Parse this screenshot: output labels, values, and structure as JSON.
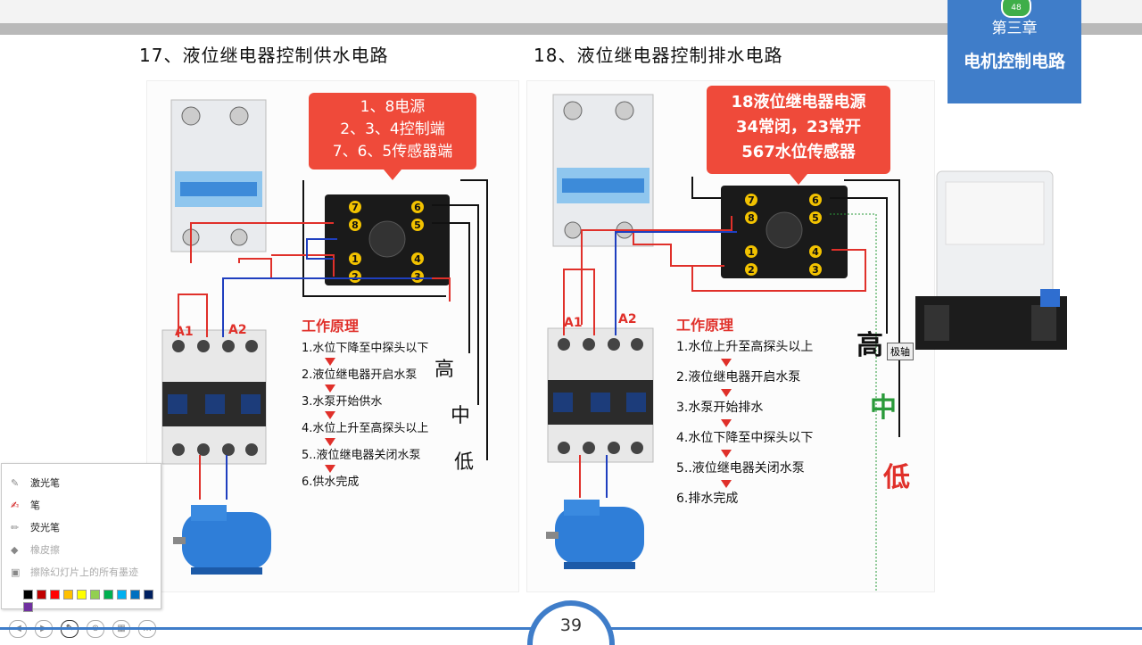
{
  "slide": {
    "title_left": "17、液位继电器控制供水电路",
    "title_right": "18、液位继电器控制排水电路",
    "chapter": "第三章",
    "chapter_subtitle": "电机控制电路",
    "chapter_badge": "48",
    "page_number": "39"
  },
  "left_diagram": {
    "callout_lines": [
      "1、8电源",
      "2、3、4控制端",
      "7、6、5传感器端"
    ],
    "steps_title": "工作原理",
    "steps": [
      "1.水位下降至中探头以下",
      "2.液位继电器开启水泵",
      "3.水泵开始供水",
      "4.水位上升至高探头以上",
      "5..液位继电器关闭水泵",
      "6.供水完成"
    ],
    "levels": [
      "高",
      "中",
      "低"
    ],
    "contactor_labels": [
      "A1",
      "A2"
    ],
    "relay_pins": [
      "7",
      "8",
      "1",
      "2",
      "6",
      "5",
      "4",
      "3"
    ]
  },
  "right_diagram": {
    "callout_lines": [
      "18液位继电器电源",
      "34常闭，23常开",
      "567水位传感器"
    ],
    "steps_title": "工作原理",
    "steps": [
      "1.水位上升至高探头以上",
      "2.液位继电器开启水泵",
      "3.水泵开始排水",
      "4.水位下降至中探头以下",
      "5..液位继电器关闭水泵",
      "6.排水完成"
    ],
    "levels": [
      "高",
      "中",
      "低"
    ],
    "level_colors": [
      "#111111",
      "#2a9a3a",
      "#e0302a"
    ],
    "probe_tag": "极轴",
    "contactor_labels": [
      "A1",
      "A2"
    ],
    "relay_pins": [
      "7",
      "8",
      "1",
      "2",
      "6",
      "5",
      "4",
      "3"
    ]
  },
  "pen_menu": {
    "items": [
      "激光笔",
      "笔",
      "荧光笔",
      "橡皮擦",
      "擦除幻灯片上的所有墨迹"
    ],
    "colors": [
      "#000000",
      "#c00000",
      "#ff0000",
      "#ffc000",
      "#ffff00",
      "#92d050",
      "#00b050",
      "#00b0f0",
      "#0070c0",
      "#002060",
      "#7030a0"
    ]
  },
  "presenter_toolbar": {
    "icons": [
      "back-icon",
      "forward-icon",
      "pen-icon",
      "zoom-icon",
      "slides-icon",
      "more-icon"
    ]
  },
  "colors": {
    "accent": "#3f7dc9",
    "callout": "#ef4a3a",
    "wire_red": "#e0302a",
    "wire_blue": "#1f3fbf",
    "wire_black": "#111111"
  }
}
